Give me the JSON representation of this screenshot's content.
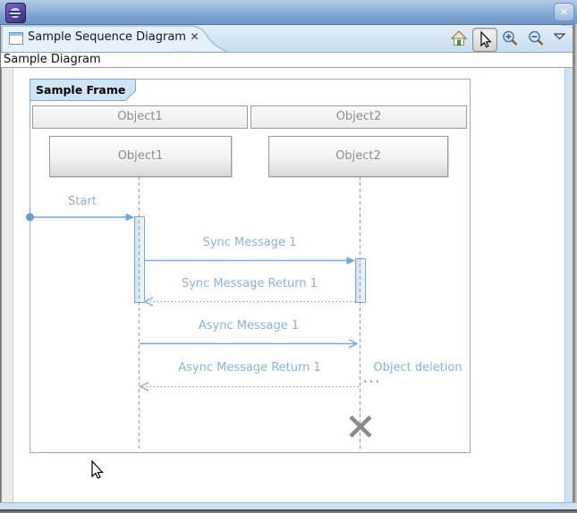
{
  "titlebar": {
    "window_close_glyph": "✕"
  },
  "editor_tab": {
    "title": "Sample Sequence Diagram",
    "close_glyph": "✕"
  },
  "toolbar": {
    "icons": [
      "home-icon",
      "select-cursor-icon",
      "zoom-in-icon",
      "zoom-out-icon",
      "view-menu-chevron-icon"
    ],
    "selected_tool": "select-cursor"
  },
  "breadcrumb": {
    "label": "Sample Diagram"
  },
  "diagram": {
    "frame_label": "Sample Frame",
    "participants": [
      {
        "header": "Object1",
        "box": "Object1"
      },
      {
        "header": "Object2",
        "box": "Object2"
      }
    ],
    "messages": {
      "start": "Start",
      "sync1": "Sync Message 1",
      "sync_return1": "Sync Message Return 1",
      "async1": "Async Message 1",
      "async_return1": "Async Message Return 1",
      "deletion": "Object deletion",
      "ellipsis": "..."
    }
  },
  "colors": {
    "frame_border": "#8ab2d8",
    "message_blue": "#7aa9d6",
    "label_blue": "#8ab2dd",
    "object_text": "#8d8d8d",
    "lifeline_gray": "#a3a3a3",
    "deletion_cross_gray": "#8a8a8a"
  }
}
